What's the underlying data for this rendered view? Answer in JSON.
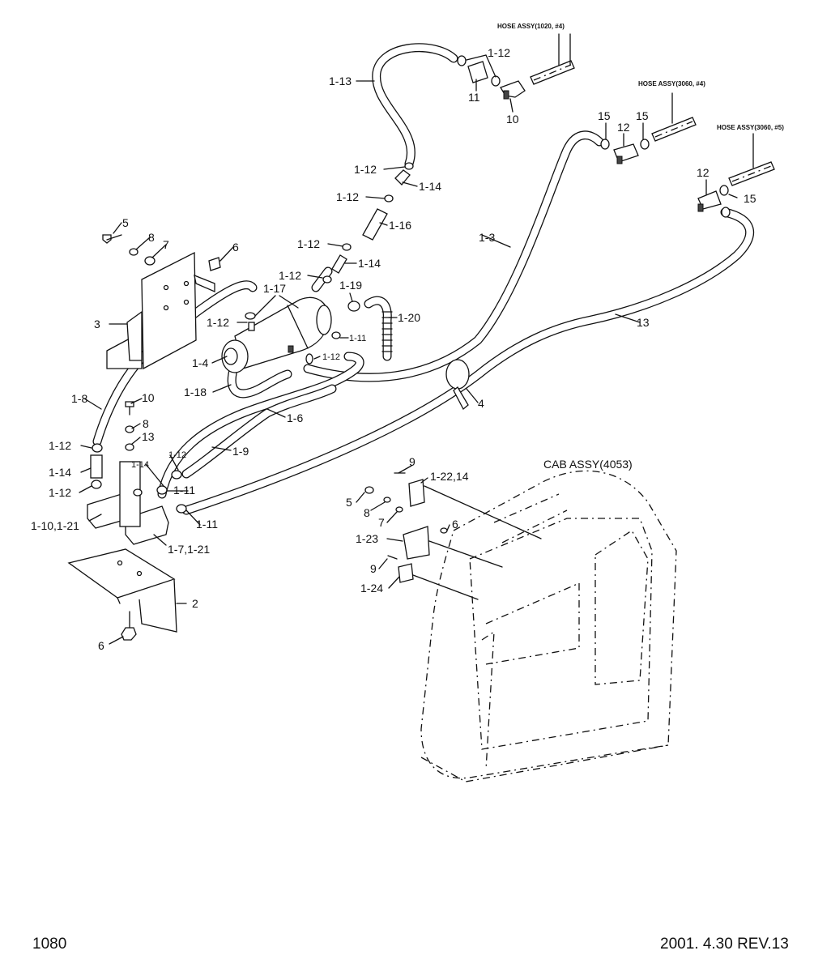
{
  "labels": {
    "hose_assy_1020": "HOSE ASSY(1020, #4)",
    "hose_assy_3060_4": "HOSE ASSY(3060, #4)",
    "hose_assy_3060_5": "HOSE ASSY(3060, #5)",
    "cab_assy": "CAB ASSY(4053)",
    "l_1_12": "1-12",
    "l_1_13": "1-13",
    "l_1_14": "1-14",
    "l_1_16": "1-16",
    "l_1_17": "1-17",
    "l_1_19": "1-19",
    "l_1_20": "1-20",
    "l_1_11": "1-11",
    "l_1_4": "1-4",
    "l_1_18": "1-18",
    "l_1_8": "1-8",
    "l_1_6": "1-6",
    "l_1_9": "1-9",
    "l_1_3": "1-3",
    "l_1_10_21": "1-10,1-21",
    "l_1_7_21": "1-7,1-21",
    "l_1_22_14": "1-22,14",
    "l_1_23": "1-23",
    "l_1_24": "1-24",
    "n2": "2",
    "n3": "3",
    "n4": "4",
    "n5": "5",
    "n6": "6",
    "n7": "7",
    "n8": "8",
    "n9": "9",
    "n10": "10",
    "n11": "11",
    "n12": "12",
    "n13": "13",
    "n15": "15"
  },
  "footer": {
    "page_number": "1080",
    "revision": "2001. 4.30  REV.13"
  }
}
